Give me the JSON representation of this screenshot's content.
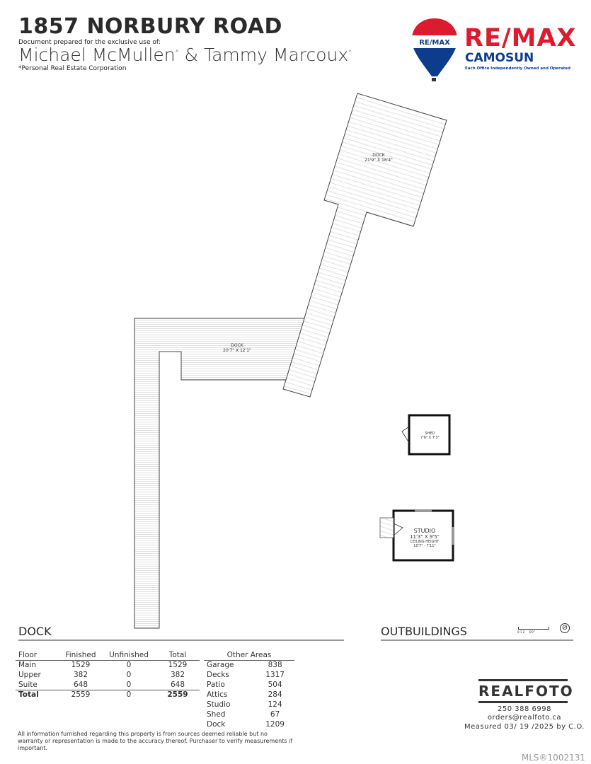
{
  "header": {
    "title": "1857 NORBURY ROAD",
    "prepared": "Document prepared for the exclusive use of:",
    "agent1": "Michael McMullen",
    "agent2": "Tammy Marcoux",
    "asterisk": "*",
    "amp": "&",
    "prc": "*Personal Real Estate Corporation"
  },
  "logo": {
    "balloon_text": "RE/MAX",
    "brand": "RE/MAX",
    "office": "CAMOSUN",
    "tagline": "Each Office Independently Owned and Operated"
  },
  "plan": {
    "dock_upper": {
      "name": "DOCK",
      "dims": "21'9\" X 18'4\""
    },
    "dock_lower": {
      "name": "DOCK",
      "dims": "20'7\" X 12'1\""
    },
    "shed": {
      "name": "SHED",
      "dims": "7'6\" X 7'3\""
    },
    "studio": {
      "name": "STUDIO",
      "dims": "11'3\" X 9'5\"",
      "ceiling_label": "CEILING HEIGHT",
      "ceiling": "10'7\" - 7'11\""
    }
  },
  "sections": {
    "left": "DOCK",
    "right": "OUTBUILDINGS",
    "scale": "0 1 2     5'0\""
  },
  "floor_table": {
    "headers": [
      "Floor",
      "Finished",
      "Unfinished",
      "Total"
    ],
    "rows": [
      [
        "Main",
        "1529",
        "0",
        "1529"
      ],
      [
        "Upper",
        "382",
        "0",
        "382"
      ],
      [
        "Suite",
        "648",
        "0",
        "648"
      ]
    ],
    "total": [
      "Total",
      "2559",
      "0",
      "2559"
    ]
  },
  "other_areas": {
    "header": "Other Areas",
    "rows": [
      [
        "Garage",
        "838"
      ],
      [
        "Decks",
        "1317"
      ],
      [
        "Patio",
        "504"
      ],
      [
        "Attics",
        "284"
      ],
      [
        "Studio",
        "124"
      ],
      [
        "Shed",
        "67"
      ],
      [
        "Dock",
        "1209"
      ]
    ]
  },
  "disclaimer": "All information furnished regarding this property is from sources deemed reliable but no warranty or representation is made to the accuracy thereof. Purchaser to verify measurements if important.",
  "realfoto": {
    "brand": "REALFOTO",
    "phone": "250 388 6998",
    "email": "orders@realfoto.ca",
    "measured": "Measured 03/ 19 /2025 by C.O."
  },
  "mls": "MLS®1002131",
  "colors": {
    "remax_red": "#dc1c2e",
    "remax_blue": "#0d3c8c"
  }
}
